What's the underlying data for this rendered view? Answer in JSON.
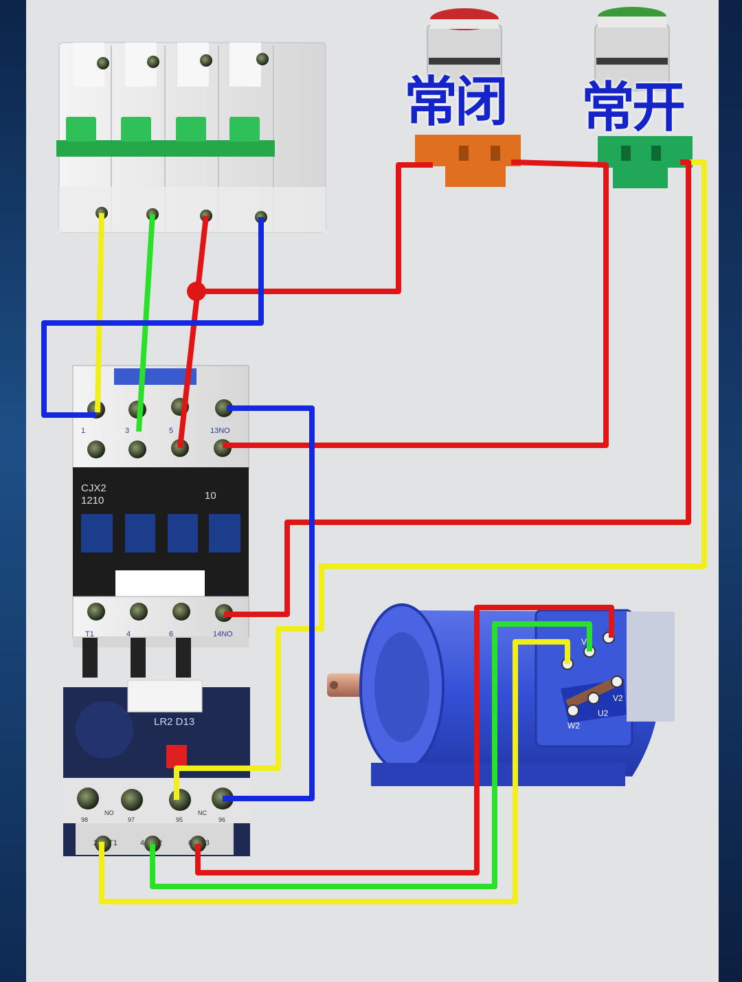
{
  "buttons": {
    "stop_label": "常闭",
    "start_label": "常开"
  },
  "contactor": {
    "model_line1": "CJX2",
    "model_line2": "1210",
    "aux_code": "10",
    "top_terminals": [
      "1",
      "3",
      "5",
      "13NO"
    ],
    "bottom_terminals": [
      "T1",
      "4",
      "6",
      "14NO"
    ]
  },
  "overload_relay": {
    "model": "LR2 D13",
    "terminals": [
      "98",
      "NO",
      "97",
      "95",
      "NC",
      "96"
    ],
    "outputs": [
      "2",
      "T1",
      "4",
      "2",
      "6",
      "T3"
    ]
  },
  "motor": {
    "terminal_labels": [
      "V",
      "V2",
      "U2",
      "W2"
    ]
  },
  "wire_colors": {
    "phase_a": "#f2ee1a",
    "phase_b": "#2be02b",
    "phase_c": "#e01616",
    "neutral": "#1428e0"
  },
  "icons": [
    "breaker-icon",
    "red-stop-button-icon",
    "green-start-button-icon",
    "contactor-icon",
    "overload-relay-icon",
    "motor-icon"
  ]
}
